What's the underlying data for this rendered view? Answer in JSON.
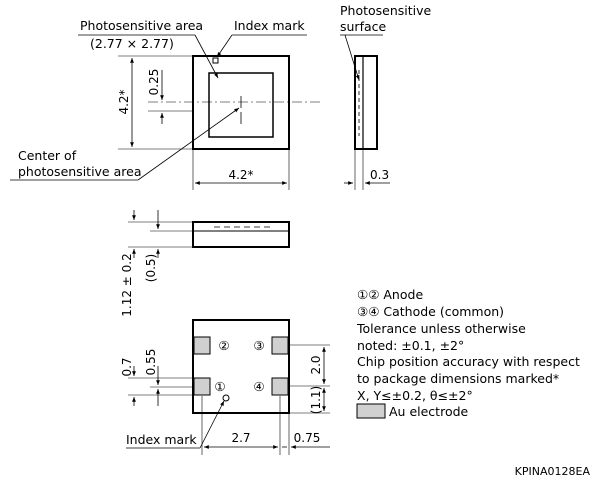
{
  "colors": {
    "line": "#000000",
    "electrode_fill": "#d0d0d0",
    "background": "#ffffff"
  },
  "labels": {
    "photosensitive_area": "Photosensitive area",
    "photosensitive_area_size": "(2.77 × 2.77)",
    "index_mark_top": "Index mark",
    "photosensitive_surface_1": "Photosensitive",
    "photosensitive_surface_2": "surface",
    "center_of_1": "Center of",
    "center_of_2": "photosensitive area",
    "index_mark_bottom": "Index mark"
  },
  "dims": {
    "height_top": "4.2*",
    "offset_top": "0.25",
    "width_top": "4.2*",
    "thickness_side": "0.3",
    "height_total": "1.12 ± 0.2",
    "height_chip": "(0.5)",
    "pitch_left_1": "0.7",
    "pitch_left_2": "0.55",
    "pitch_right_1": "2.0",
    "pitch_right_2": "(1.1)",
    "bottom_width": "2.7",
    "bottom_edge": "0.75"
  },
  "pins": {
    "p1": "①",
    "p2": "②",
    "p3": "③",
    "p4": "④"
  },
  "notes": {
    "line1": "①② Anode",
    "line2": "③④ Cathode (common)",
    "line3": "Tolerance unless otherwise",
    "line4": "noted: ±0.1, ±2°",
    "line5": "Chip position accuracy with respect",
    "line6": "to package dimensions marked*",
    "line7": "X, Y≤±0.2, θ≤±2°",
    "legend": "Au electrode"
  },
  "ref_code": "KPINA0128EA"
}
